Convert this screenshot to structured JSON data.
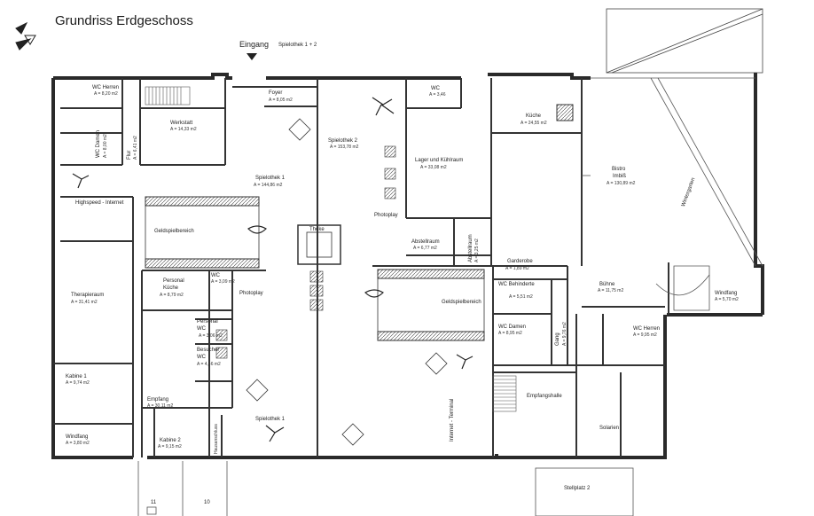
{
  "title": "Grundriss Erdgeschoss",
  "entrance": {
    "label": "Eingang",
    "sub": "Spielothek 1 + 2"
  },
  "rooms": {
    "wc_herren_1": {
      "name": "WC Herren",
      "area": "A = 8,20 m2"
    },
    "wc_damen_1": {
      "name": "WC Damen",
      "area": "A = 8,00 m2"
    },
    "flur": {
      "name": "Flur",
      "area": "A = 6,41 m2"
    },
    "werkstatt": {
      "name": "Werkstatt",
      "area": "A = 14,33 m2"
    },
    "foyer": {
      "name": "Foyer",
      "area": "A = 8,05 m2"
    },
    "spielothek_2": {
      "name": "Spielothek 2",
      "area": "A = 153,78 m2"
    },
    "wc_top": {
      "name": "WC",
      "area": "A = 3,46"
    },
    "kueche": {
      "name": "Küche",
      "area": "A = 24,55 m2"
    },
    "lager": {
      "name": "Lager und Kühlraum",
      "area": "A = 33,08 m2"
    },
    "spielothek_1": {
      "name": "Spielothek 1",
      "area": "A = 144,86 m2"
    },
    "bistro": {
      "name": "Bistro",
      "name2": "Imbiß",
      "area": "A = 130,89 m2"
    },
    "highspeed": {
      "name": "Highspeed - Internet"
    },
    "geldspiel_1": {
      "name": "Geldspielbereich"
    },
    "theke": {
      "name": "Theke"
    },
    "photoplay_1": {
      "name": "Photoplay"
    },
    "abstellraum_1": {
      "name": "Abstellraum",
      "area": "A = 6,77 m2"
    },
    "abstellraum_2": {
      "name": "Abstellraum",
      "area": "A = 3,25 m2"
    },
    "wintergarten": {
      "name": "Wintergarten"
    },
    "garderobe": {
      "name": "Garderobe",
      "area": "A = 1,89 m2"
    },
    "therapieraum": {
      "name": "Therapieraum",
      "area": "A = 31,41 m2"
    },
    "personal_kueche": {
      "name": "Personal",
      "name2": "Küche",
      "area": "A = 8,79 m2"
    },
    "wc_mid": {
      "name": "WC",
      "area": "A = 3,09 m2"
    },
    "photoplay_2": {
      "name": "Photoplay"
    },
    "wc_behinderte": {
      "name": "WC Behinderte",
      "area": "A = 5,51 m2"
    },
    "buehne": {
      "name": "Bühne",
      "area": "A = 11,75 m2"
    },
    "windfang_right": {
      "name": "Windfang",
      "area": "A = 5,70 m2"
    },
    "geldspiel_2": {
      "name": "Geldspielbereich"
    },
    "personal_wc": {
      "name": "Personal",
      "name2": "WC",
      "area": "A = 3,06 m2"
    },
    "besucher_wc": {
      "name": "Besucher",
      "name2": "WC",
      "area": "A = 4,46 m2"
    },
    "wc_damen_2": {
      "name": "WC Damen",
      "area": "A = 8,95 m2"
    },
    "gang": {
      "name": "Gang",
      "area": "A = 9,76 m2"
    },
    "wc_herren_2": {
      "name": "WC Herren",
      "area": "A = 9,95 m2"
    },
    "kabine_1": {
      "name": "Kabine 1",
      "area": "A = 9,74 m2"
    },
    "empfang": {
      "name": "Empfang",
      "area": "A = 30,11 m2"
    },
    "spielothek_1_b": {
      "name": "Spielothek 1"
    },
    "empfangshalle": {
      "name": "Empfangshalle"
    },
    "solarien": {
      "name": "Solarien"
    },
    "internet_terminal": {
      "name": "Internet - Terminal"
    },
    "windfang_left": {
      "name": "Windfang",
      "area": "A = 3,80 m2"
    },
    "kabine_2": {
      "name": "Kabine 2",
      "area": "A = 9,15 m2"
    },
    "hausanschluss": {
      "name": "Hausanschluss"
    },
    "stellplatz": {
      "name": "Stellplatz 2"
    }
  },
  "parking_numbers": [
    "11",
    "10"
  ],
  "colors": {
    "wall": "#2a2a2a",
    "line": "#555555",
    "hatch": "#444444"
  }
}
